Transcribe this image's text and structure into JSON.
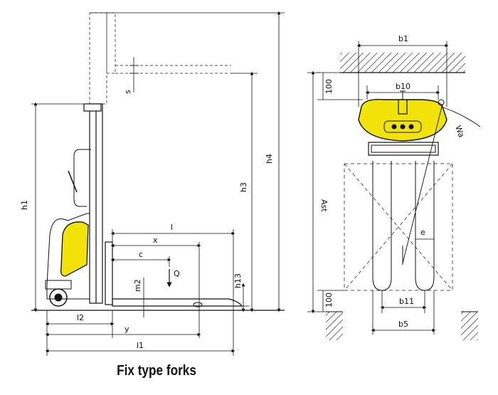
{
  "caption": "Fix type forks",
  "colors": {
    "body": "#f2e30a",
    "line": "#111111",
    "dashed": "#555555"
  },
  "side_view": {
    "labels": {
      "h1": "h1",
      "h3": "h3",
      "h4": "h4",
      "h13": "h13",
      "m2": "m2",
      "s": "s",
      "l": "l",
      "x": "x",
      "c": "c",
      "Q": "Q",
      "l2": "l2",
      "y": "y",
      "l1": "l1"
    }
  },
  "top_view": {
    "labels": {
      "b1": "b1",
      "b10": "b10",
      "b11": "b11",
      "b5": "b5",
      "e": "e",
      "Wa": "Wa",
      "Ast": "Ast",
      "clear_top": "100",
      "clear_bottom": "100"
    }
  }
}
